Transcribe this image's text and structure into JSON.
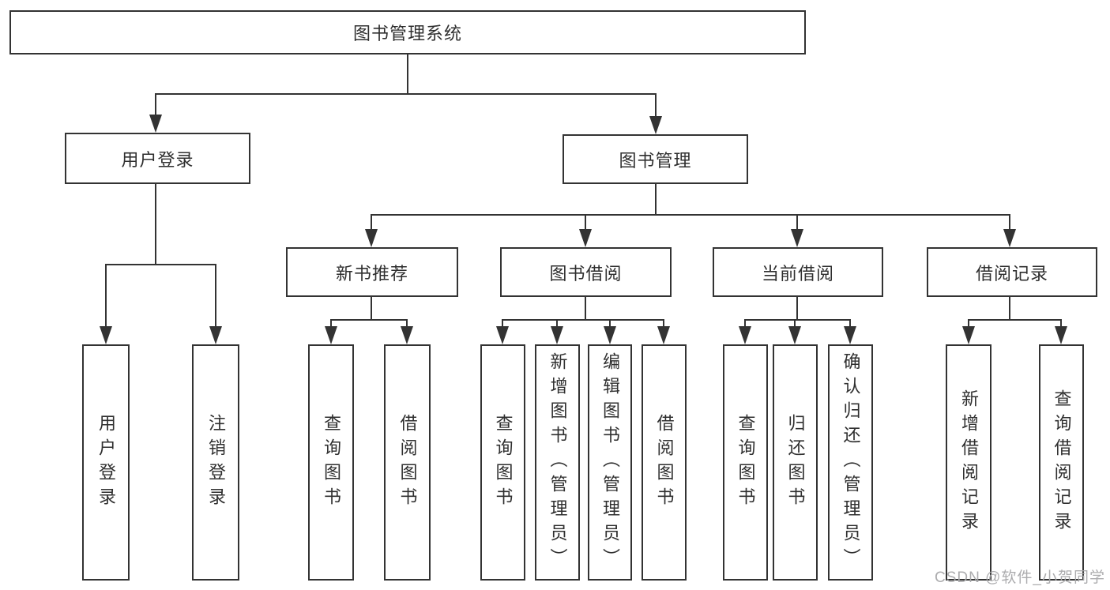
{
  "colors": {
    "line": "#333333",
    "box_border": "#333333",
    "text": "#2f2f2f",
    "watermark": "#a8a8aa",
    "background": "#ffffff"
  },
  "watermark": "CSDN @软件_小贺同学",
  "tree": {
    "label": "图书管理系统",
    "children": [
      {
        "label": "用户登录",
        "children": [
          {
            "label": "用户登录"
          },
          {
            "label": "注销登录"
          }
        ]
      },
      {
        "label": "图书管理",
        "children": [
          {
            "label": "新书推荐",
            "children": [
              {
                "label": "查询图书"
              },
              {
                "label": "借阅图书"
              }
            ]
          },
          {
            "label": "图书借阅",
            "children": [
              {
                "label": "查询图书"
              },
              {
                "label": "新增图书（管理员）"
              },
              {
                "label": "编辑图书（管理员）"
              },
              {
                "label": "借阅图书"
              }
            ]
          },
          {
            "label": "当前借阅",
            "children": [
              {
                "label": "查询图书"
              },
              {
                "label": "归还图书"
              },
              {
                "label": "确认归还（管理员）"
              }
            ]
          },
          {
            "label": "借阅记录",
            "children": [
              {
                "label": "新增借阅记录"
              },
              {
                "label": "查询借阅记录"
              }
            ]
          }
        ]
      }
    ]
  }
}
